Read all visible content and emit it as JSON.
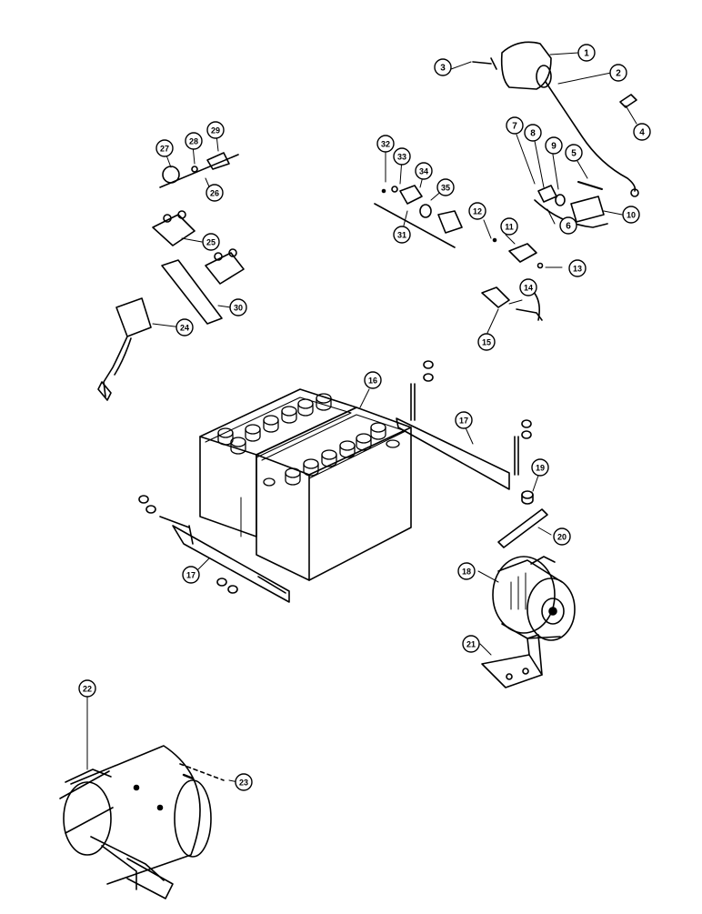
{
  "diagram": {
    "callouts": [
      {
        "number": "1"
      },
      {
        "number": "2"
      },
      {
        "number": "3"
      },
      {
        "number": "4"
      },
      {
        "number": "5"
      },
      {
        "number": "6"
      },
      {
        "number": "7"
      },
      {
        "number": "8"
      },
      {
        "number": "9"
      },
      {
        "number": "10"
      },
      {
        "number": "11"
      },
      {
        "number": "12"
      },
      {
        "number": "13"
      },
      {
        "number": "14"
      },
      {
        "number": "15"
      },
      {
        "number": "16"
      },
      {
        "number": "17"
      },
      {
        "number": "17"
      },
      {
        "number": "18"
      },
      {
        "number": "19"
      },
      {
        "number": "20"
      },
      {
        "number": "21"
      },
      {
        "number": "22"
      },
      {
        "number": "23"
      },
      {
        "number": "24"
      },
      {
        "number": "25"
      },
      {
        "number": "26"
      },
      {
        "number": "27"
      },
      {
        "number": "28"
      },
      {
        "number": "29"
      },
      {
        "number": "30"
      },
      {
        "number": "31"
      },
      {
        "number": "32"
      },
      {
        "number": "33"
      },
      {
        "number": "34"
      },
      {
        "number": "35"
      }
    ]
  }
}
